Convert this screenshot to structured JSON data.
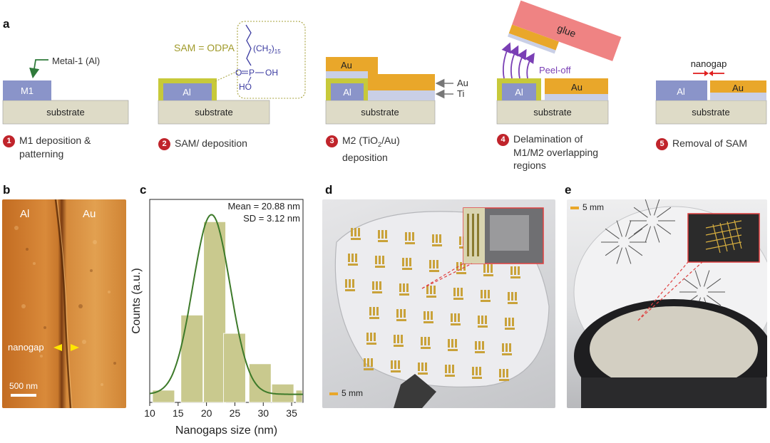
{
  "panel_labels": {
    "a": "a",
    "b": "b",
    "c": "c",
    "d": "d",
    "e": "e"
  },
  "panel_a": {
    "substrate_label": "substrate",
    "m1_label": "M1",
    "al_label": "Al",
    "au_label": "Au",
    "ti_label": "Ti",
    "glue_label": "glue",
    "metal1_label": "Metal-1 (Al)",
    "sam_eq": "SAM = ODPA",
    "peel_label": "Peel-off",
    "nanogap_label": "nanogap",
    "molecule": {
      "chain": "(CH",
      "sub2": "2",
      "close": ")",
      "sub15": "15",
      "p": "P",
      "o": "O",
      "oh1": "OH",
      "oh2": "HO"
    },
    "steps": [
      {
        "num": "1",
        "line1": "M1 deposition &",
        "line2": "patterning"
      },
      {
        "num": "2",
        "line1": "SAM/ deposition",
        "line2": ""
      },
      {
        "num": "3",
        "line1": "M2 (TiO",
        "sub": "2",
        "line1b": "/Au)",
        "line2": "deposition"
      },
      {
        "num": "4",
        "line1": "Delamination of",
        "line2": "M1/M2 overlapping",
        "line3": "regions"
      },
      {
        "num": "5",
        "line1": "Removal of SAM",
        "line2": ""
      }
    ],
    "colors": {
      "substrate": "#dedbc7",
      "metal": "#8a94c9",
      "au": "#e9a72a",
      "sam": "#c7c93a",
      "glue": "#ef8383",
      "ti": "#c9cfe6",
      "arrow_purple": "#7a3fb5",
      "arrow_green": "#2f7a3a",
      "arrow_red": "#e02020"
    }
  },
  "panel_b": {
    "al_label": "Al",
    "au_label": "Au",
    "nanogap_label": "nanogap",
    "scalebar_label": "500 nm"
  },
  "chart_data": {
    "type": "bar",
    "categories": [
      12.5,
      17.5,
      21.5,
      25,
      29.5,
      33.5,
      37
    ],
    "x": [
      12.5,
      17.5,
      21.5,
      25,
      29.5,
      33.5,
      37
    ],
    "values": [
      0.6,
      4.3,
      8.9,
      3.4,
      1.9,
      0.9,
      0.6
    ],
    "fit_curve": "gaussian",
    "fit_mean": 20.88,
    "fit_sd": 3.12,
    "annotation_mean": "Mean = 20.88 nm",
    "annotation_sd": "SD = 3.12 nm",
    "xlabel": "Nanogaps size (nm)",
    "ylabel": "Counts (a.u.)",
    "xticks": [
      "10",
      "15",
      "20",
      "25",
      "30",
      "35"
    ],
    "xlim": [
      10,
      37
    ],
    "bar_color": "#c9c98e",
    "fit_color": "#3d7a2a"
  },
  "panel_d": {
    "scalebar_label": "5 mm"
  },
  "panel_e": {
    "scalebar_label": "5 mm"
  }
}
